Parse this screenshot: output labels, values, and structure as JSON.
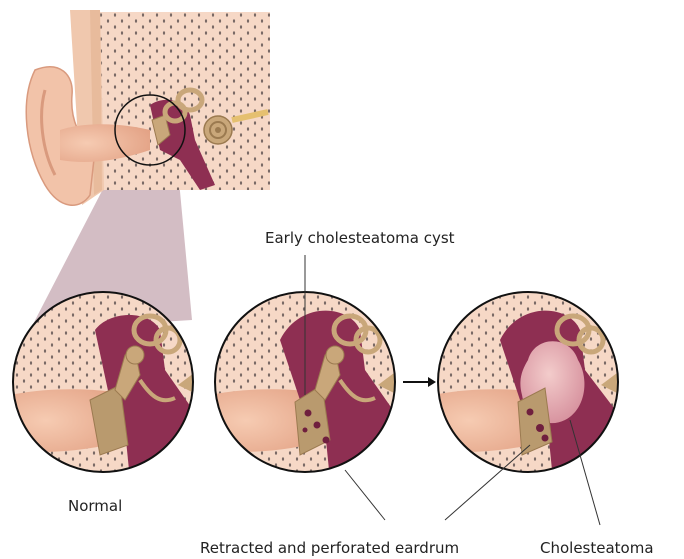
{
  "labels": {
    "early_cyst": "Early cholesteatoma cyst",
    "normal": "Normal",
    "retracted": "Retracted and perforated eardrum",
    "cholesteatoma": "Cholesteatoma"
  },
  "colors": {
    "skin": "#f2c3a9",
    "skin_dark": "#e6a487",
    "bone": "#f6d8c6",
    "bone_dot": "#7a6a66",
    "cavity": "#8e2f52",
    "cavity_dark": "#6f1f3e",
    "ossicle": "#c9a77a",
    "ossicle_dark": "#9b7a50",
    "eardrum": "#b99a6e",
    "cyst": "#e7b2b5",
    "zoom_band": "#b5919c",
    "line": "#333333"
  }
}
